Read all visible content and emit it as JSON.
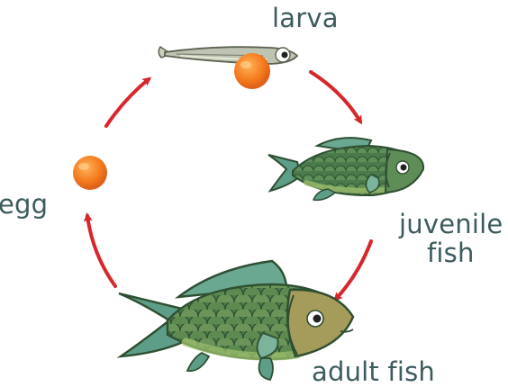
{
  "diagram": {
    "stages": {
      "larva": "larva",
      "egg": "egg",
      "juvenile_line1": "juvenile",
      "juvenile_line2": "fish",
      "adult": "adult fish"
    },
    "colors": {
      "text": "#3d5b5e",
      "arrow": "#d8262a",
      "egg": "#f47a1c",
      "egg_highlight": "#ffb25a",
      "body_green": "#4f7d4a",
      "belly_green": "#9bbd6c",
      "fin_teal": "#5e9e88",
      "head_olive": "#a59c5c",
      "larva_gray": "#b9bfad"
    },
    "icons": [
      "egg-icon",
      "larva-fish-icon",
      "juvenile-fish-icon",
      "adult-fish-icon",
      "cycle-arrow-icon"
    ]
  }
}
